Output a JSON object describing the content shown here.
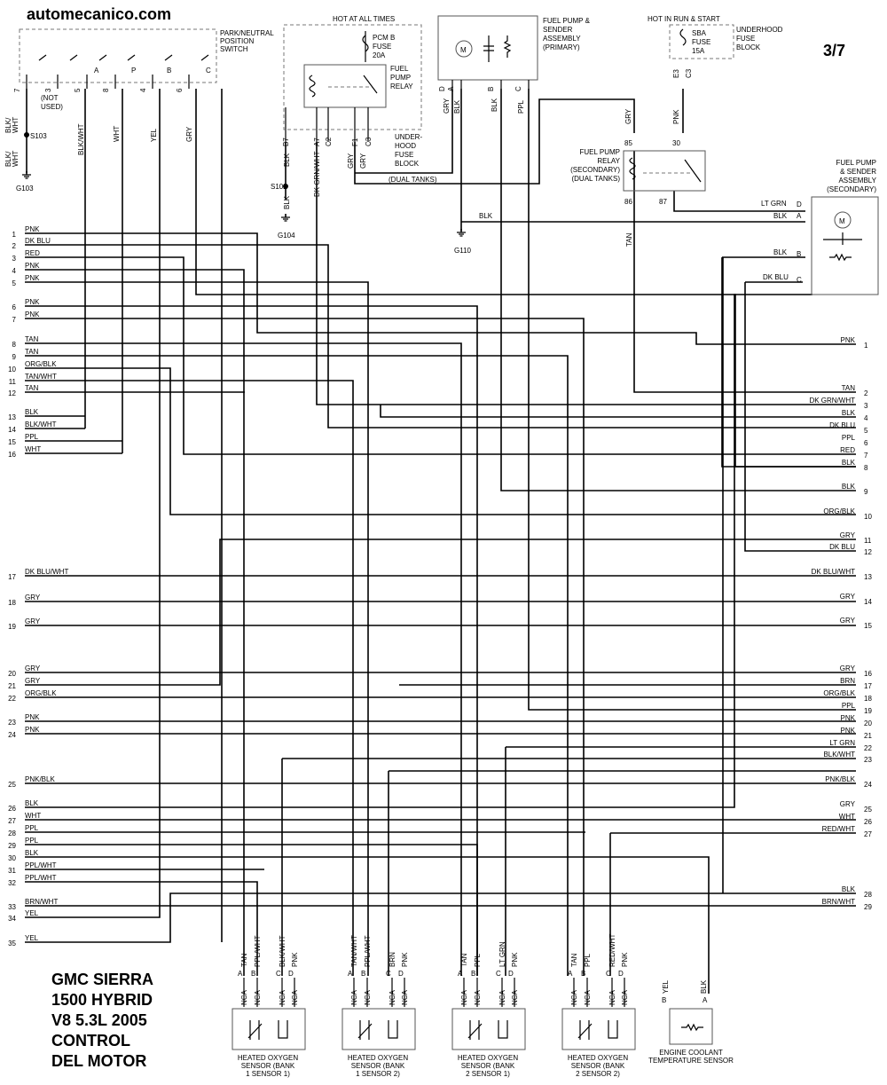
{
  "site": "automecanico.com",
  "sheet": "3/7",
  "title_lines": [
    "GMC SIERRA",
    "1500 HYBRID",
    "V8 5.3L 2005",
    "CONTROL",
    "DEL MOTOR"
  ],
  "components": {
    "pn_switch": [
      "PARK/NEUTRAL",
      "POSITION",
      "SWITCH"
    ],
    "pn_pins": [
      "A",
      "P",
      "B",
      "C"
    ],
    "pn_numbers": [
      "7",
      "3",
      "5",
      "8",
      "4",
      "6"
    ],
    "not_used": [
      "(NOT",
      "USED)"
    ],
    "hot_at_all_times": "HOT AT ALL TIMES",
    "pcm_fuse": [
      "PCM B",
      "FUSE",
      "20A"
    ],
    "fuel_pump_relay": [
      "FUEL",
      "PUMP",
      "RELAY"
    ],
    "underhood_fuse_block_1": [
      "UNDER-",
      "HOOD",
      "FUSE",
      "BLOCK"
    ],
    "ufb_pins": [
      "B7",
      "A7",
      "C2",
      "F1",
      "C3"
    ],
    "dual_tanks_1": "(DUAL TANKS)",
    "primary_assembly": [
      "FUEL PUMP &",
      "SENDER",
      "ASSEMBLY",
      "(PRIMARY)"
    ],
    "primary_pins": [
      "D",
      "A",
      "B",
      "C"
    ],
    "hot_in_run": "HOT IN RUN & START",
    "sba_fuse": [
      "SBA",
      "FUSE",
      "15A"
    ],
    "underhood_fuse_block_2": [
      "UNDERHOOD",
      "FUSE",
      "BLOCK"
    ],
    "fuse2_pins": [
      "E3",
      "C3"
    ],
    "secondary_relay": [
      "FUEL PUMP",
      "RELAY",
      "(SECONDARY)",
      "(DUAL TANKS)"
    ],
    "relay_terminals": [
      "85",
      "30",
      "86",
      "87"
    ],
    "secondary_assembly": [
      "FUEL PUMP",
      "& SENDER",
      "ASSEMBLY",
      "(SECONDARY)"
    ],
    "secondary_pins": [
      "D",
      "A",
      "B",
      "C"
    ],
    "splices": [
      "S103",
      "S102"
    ],
    "grounds": [
      "G103",
      "G104",
      "G110"
    ],
    "sensors": [
      {
        "name": [
          "HEATED OXYGEN",
          "SENSOR (BANK",
          "1 SENSOR 1)"
        ],
        "wires": [
          "TAN",
          "PPL/WHT",
          "BLK/WHT",
          "PNK"
        ]
      },
      {
        "name": [
          "HEATED OXYGEN",
          "SENSOR (BANK",
          "1 SENSOR 2)"
        ],
        "wires": [
          "TAN/WHT",
          "PPL/WHT",
          "BRN",
          "PNK"
        ]
      },
      {
        "name": [
          "HEATED OXYGEN",
          "SENSOR (BANK",
          "2 SENSOR 1)"
        ],
        "wires": [
          "TAN",
          "PPL",
          "LT GRN",
          "PNK"
        ]
      },
      {
        "name": [
          "HEATED OXYGEN",
          "SENSOR (BANK",
          "2 SENSOR 2)"
        ],
        "wires": [
          "TAN",
          "PPL",
          "RED/WHT",
          "PNK"
        ]
      }
    ],
    "sensor_pins": [
      "A",
      "B",
      "C",
      "D"
    ],
    "nca": "NCA",
    "ect_sensor": [
      "ENGINE COOLANT",
      "TEMPERATURE SENSOR"
    ],
    "ect_wires": [
      "YEL",
      "BLK"
    ],
    "ect_pins": [
      "B",
      "A"
    ]
  },
  "top_wires": {
    "pn": [
      "BLK/WHT",
      "BLK/WHT",
      "BLK/WHT",
      "WHT",
      "YEL",
      "GRY"
    ],
    "ufb": [
      "BLK",
      "BLK",
      "DK GRN/WHT",
      "GRY",
      "GRY"
    ],
    "primary": [
      "GRY",
      "BLK",
      "BLK",
      "PPL"
    ],
    "relay": [
      "GRY",
      "PNK",
      "TAN"
    ],
    "blk_g110": "BLK",
    "secondary": [
      "LT GRN",
      "BLK",
      "BLK",
      "DK BLU"
    ]
  },
  "left_connector": [
    {
      "n": "1",
      "c": "PNK"
    },
    {
      "n": "2",
      "c": "DK BLU"
    },
    {
      "n": "3",
      "c": "RED"
    },
    {
      "n": "4",
      "c": "PNK"
    },
    {
      "n": "5",
      "c": "PNK"
    },
    {
      "n": "6",
      "c": "PNK"
    },
    {
      "n": "7",
      "c": "PNK"
    },
    {
      "n": "8",
      "c": "TAN"
    },
    {
      "n": "9",
      "c": "TAN"
    },
    {
      "n": "10",
      "c": "ORG/BLK"
    },
    {
      "n": "11",
      "c": "TAN/WHT"
    },
    {
      "n": "12",
      "c": "TAN"
    },
    {
      "n": "13",
      "c": "BLK"
    },
    {
      "n": "14",
      "c": "BLK/WHT"
    },
    {
      "n": "15",
      "c": "PPL"
    },
    {
      "n": "16",
      "c": "WHT"
    },
    {
      "n": "17",
      "c": "DK BLU/WHT"
    },
    {
      "n": "18",
      "c": "GRY"
    },
    {
      "n": "19",
      "c": "GRY"
    },
    {
      "n": "20",
      "c": "GRY"
    },
    {
      "n": "21",
      "c": "GRY"
    },
    {
      "n": "22",
      "c": "ORG/BLK"
    },
    {
      "n": "23",
      "c": "PNK"
    },
    {
      "n": "24",
      "c": "PNK"
    },
    {
      "n": "25",
      "c": "PNK/BLK"
    },
    {
      "n": "26",
      "c": "BLK"
    },
    {
      "n": "27",
      "c": "WHT"
    },
    {
      "n": "28",
      "c": "PPL"
    },
    {
      "n": "29",
      "c": "PPL"
    },
    {
      "n": "30",
      "c": "BLK"
    },
    {
      "n": "31",
      "c": "PPL/WHT"
    },
    {
      "n": "32",
      "c": "PPL/WHT"
    },
    {
      "n": "33",
      "c": "BRN/WHT"
    },
    {
      "n": "34",
      "c": "YEL"
    },
    {
      "n": "35",
      "c": "YEL"
    }
  ],
  "right_connector": [
    {
      "n": "1",
      "c": "PNK"
    },
    {
      "n": "2",
      "c": "TAN"
    },
    {
      "n": "3",
      "c": "DK GRN/WHT"
    },
    {
      "n": "4",
      "c": "BLK"
    },
    {
      "n": "5",
      "c": "DK BLU"
    },
    {
      "n": "6",
      "c": "PPL"
    },
    {
      "n": "7",
      "c": "RED"
    },
    {
      "n": "8",
      "c": "BLK"
    },
    {
      "n": "9",
      "c": "BLK"
    },
    {
      "n": "10",
      "c": "ORG/BLK"
    },
    {
      "n": "11",
      "c": "GRY"
    },
    {
      "n": "12",
      "c": "DK BLU"
    },
    {
      "n": "13",
      "c": "DK BLU/WHT"
    },
    {
      "n": "14",
      "c": "GRY"
    },
    {
      "n": "15",
      "c": "GRY"
    },
    {
      "n": "16",
      "c": "GRY"
    },
    {
      "n": "17",
      "c": "BRN"
    },
    {
      "n": "18",
      "c": "ORG/BLK"
    },
    {
      "n": "19",
      "c": "PPL"
    },
    {
      "n": "20",
      "c": "PNK"
    },
    {
      "n": "21",
      "c": "PNK"
    },
    {
      "n": "22",
      "c": "LT GRN"
    },
    {
      "n": "23",
      "c": "BLK/WHT"
    },
    {
      "n": "24",
      "c": "PNK/BLK"
    },
    {
      "n": "25",
      "c": "GRY"
    },
    {
      "n": "26",
      "c": "WHT"
    },
    {
      "n": "27",
      "c": "RED/WHT"
    },
    {
      "n": "28",
      "c": "BLK"
    },
    {
      "n": "29",
      "c": "BRN/WHT"
    }
  ]
}
